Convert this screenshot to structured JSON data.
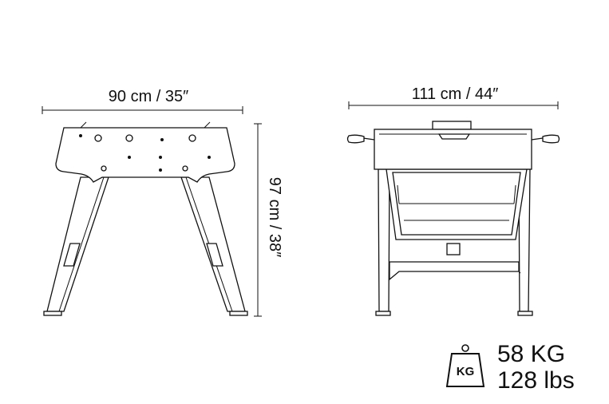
{
  "side_view": {
    "width_label": "90 cm / 35″",
    "height_label": "97 cm / 38″"
  },
  "front_view": {
    "width_label": "111 cm / 44″"
  },
  "weight": {
    "icon_text": "KG",
    "kg_label": "58 KG",
    "lbs_label": "128 lbs"
  },
  "icons": [
    "weight-icon"
  ]
}
